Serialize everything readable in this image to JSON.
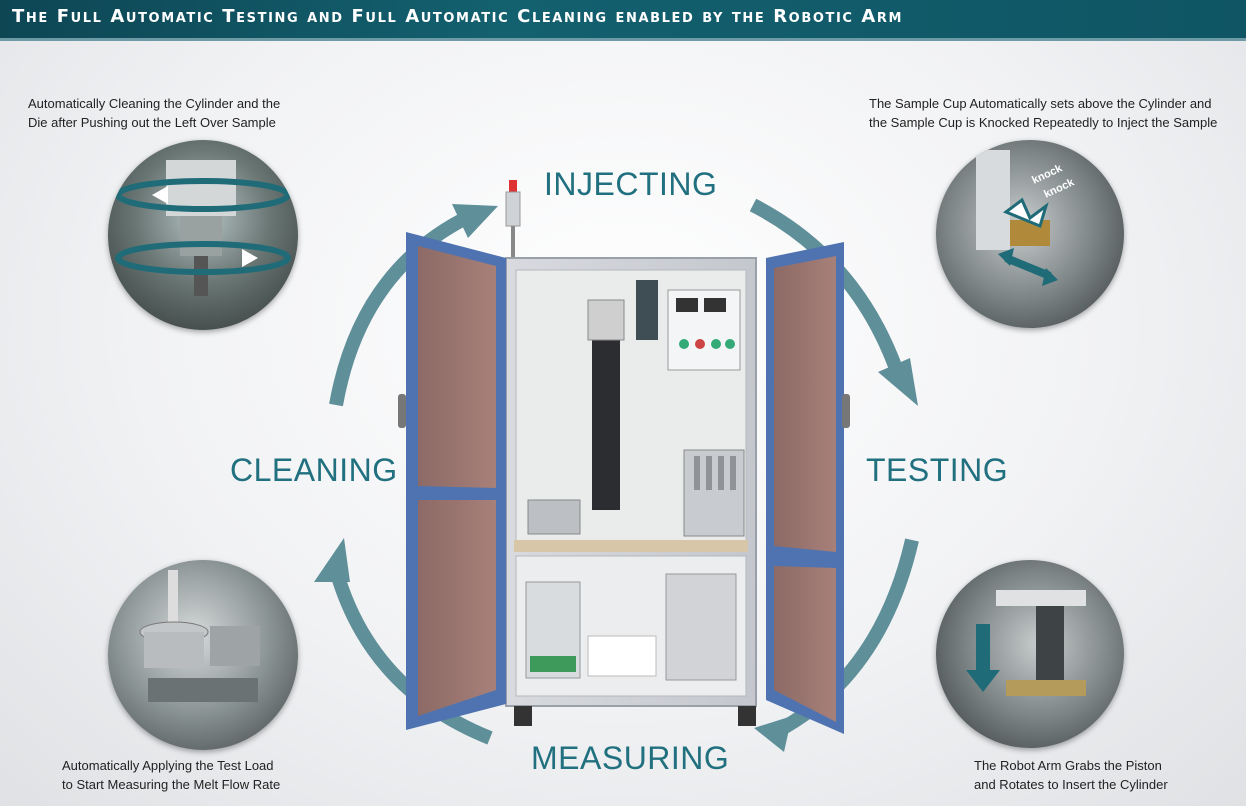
{
  "header": {
    "title": "The Full Automatic Testing and Full Automatic Cleaning enabled by the Robotic Arm"
  },
  "stages": {
    "injecting": "INJECTING",
    "testing": "TESTING",
    "measuring": "MEASURING",
    "cleaning": "CLEANING"
  },
  "captions": {
    "top_left_line1": "Automatically Cleaning the Cylinder and the",
    "top_left_line2": "Die after Pushing out the Left Over Sample",
    "top_right_line1": "The Sample Cup Automatically sets above the Cylinder and",
    "top_right_line2": "the Sample Cup is Knocked Repeatedly to Inject the Sample",
    "bottom_left_line1": "Automatically Applying the Test Load",
    "bottom_left_line2": "to Start Measuring the Melt Flow Rate",
    "bottom_right_line1": "The Robot Arm Grabs the Piston",
    "bottom_right_line2": "and Rotates to Insert the Cylinder"
  },
  "annotations": {
    "knock1": "knock",
    "knock2": "knock"
  },
  "colors": {
    "banner": "#13606f",
    "arrow": "#5f8f99",
    "label": "#21707f",
    "door_frame": "#4f73b0",
    "door_panel": "#9a7268"
  },
  "icons": [
    "cycle-arrow-icon",
    "rotate-arrow-icon",
    "double-arrow-icon",
    "down-arrow-icon"
  ]
}
